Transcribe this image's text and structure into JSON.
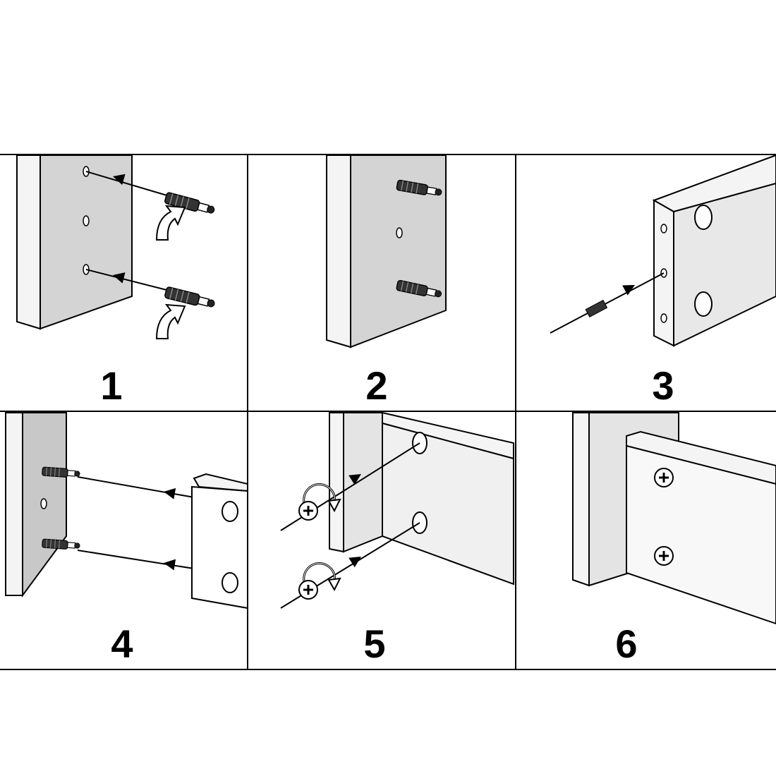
{
  "steps": [
    {
      "number": "1",
      "content": "insert-dowels-into-board-holes"
    },
    {
      "number": "2",
      "content": "dowels-installed-in-board"
    },
    {
      "number": "3",
      "content": "insert-dowel-into-panel-edge-hole"
    },
    {
      "number": "4",
      "content": "align-panel-with-dowels"
    },
    {
      "number": "5",
      "content": "drive-cam-screws"
    },
    {
      "number": "6",
      "content": "assembled-joint"
    }
  ],
  "colors": {
    "line": "#000000",
    "board_face": "#d4d4d4",
    "board_edge": "#f4f4f4",
    "background": "#ffffff"
  }
}
